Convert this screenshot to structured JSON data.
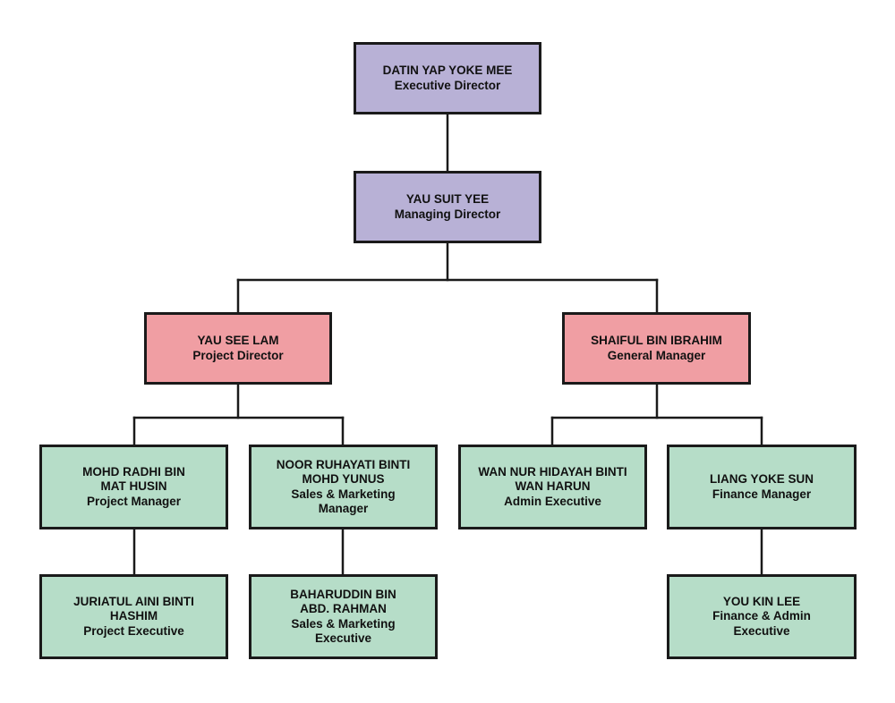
{
  "colors": {
    "director": "#b8b1d6",
    "manager": "#f09ea3",
    "staff": "#b6ddc8",
    "border": "#1a1a1a",
    "line": "#1a1a1a"
  },
  "nodes": {
    "exec_director": {
      "lines": [
        "DATIN YAP YOKE MEE",
        "Executive Director"
      ],
      "level": "director"
    },
    "managing_director": {
      "lines": [
        "YAU SUIT YEE",
        "Managing Director"
      ],
      "level": "director"
    },
    "project_director": {
      "lines": [
        "YAU SEE LAM",
        "Project Director"
      ],
      "level": "manager"
    },
    "general_manager": {
      "lines": [
        "SHAIFUL BIN IBRAHIM",
        "General Manager"
      ],
      "level": "manager"
    },
    "project_manager": {
      "lines": [
        "MOHD RADHI BIN",
        "MAT HUSIN",
        "Project Manager"
      ],
      "level": "staff"
    },
    "sales_marketing_manager": {
      "lines": [
        "NOOR RUHAYATI BINTI",
        "MOHD YUNUS",
        "Sales & Marketing",
        "Manager"
      ],
      "level": "staff"
    },
    "admin_executive": {
      "lines": [
        "WAN NUR HIDAYAH BINTI",
        "WAN HARUN",
        "Admin Executive"
      ],
      "level": "staff"
    },
    "finance_manager": {
      "lines": [
        "LIANG YOKE SUN",
        "Finance Manager"
      ],
      "level": "staff"
    },
    "project_executive": {
      "lines": [
        "JURIATUL AINI BINTI",
        "HASHIM",
        "Project Executive"
      ],
      "level": "staff"
    },
    "sales_marketing_executive": {
      "lines": [
        "BAHARUDDIN BIN",
        "ABD. RAHMAN",
        "Sales & Marketing",
        "Executive"
      ],
      "level": "staff"
    },
    "finance_admin_executive": {
      "lines": [
        "YOU KIN LEE",
        "Finance & Admin",
        "Executive"
      ],
      "level": "staff"
    }
  },
  "edges": [
    [
      "exec_director",
      "managing_director"
    ],
    [
      "managing_director",
      "project_director"
    ],
    [
      "managing_director",
      "general_manager"
    ],
    [
      "project_director",
      "project_manager"
    ],
    [
      "project_director",
      "sales_marketing_manager"
    ],
    [
      "general_manager",
      "admin_executive"
    ],
    [
      "general_manager",
      "finance_manager"
    ],
    [
      "project_manager",
      "project_executive"
    ],
    [
      "sales_marketing_manager",
      "sales_marketing_executive"
    ],
    [
      "finance_manager",
      "finance_admin_executive"
    ]
  ]
}
